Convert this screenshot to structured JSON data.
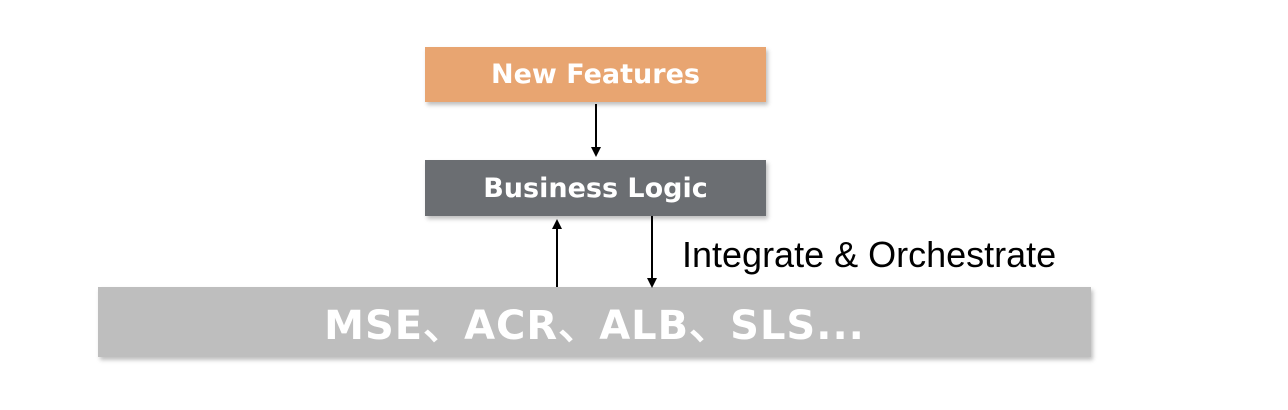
{
  "nodes": {
    "new_features": {
      "label": "New Features",
      "color": "#e8a571"
    },
    "business_logic": {
      "label": "Business Logic",
      "color": "#6b6e72"
    },
    "platform": {
      "label": "MSE、ACR、ALB、SLS...",
      "color": "#bebebe"
    }
  },
  "edges": {
    "integrate_label": "Integrate & Orchestrate",
    "arrow_color": "#000000"
  }
}
